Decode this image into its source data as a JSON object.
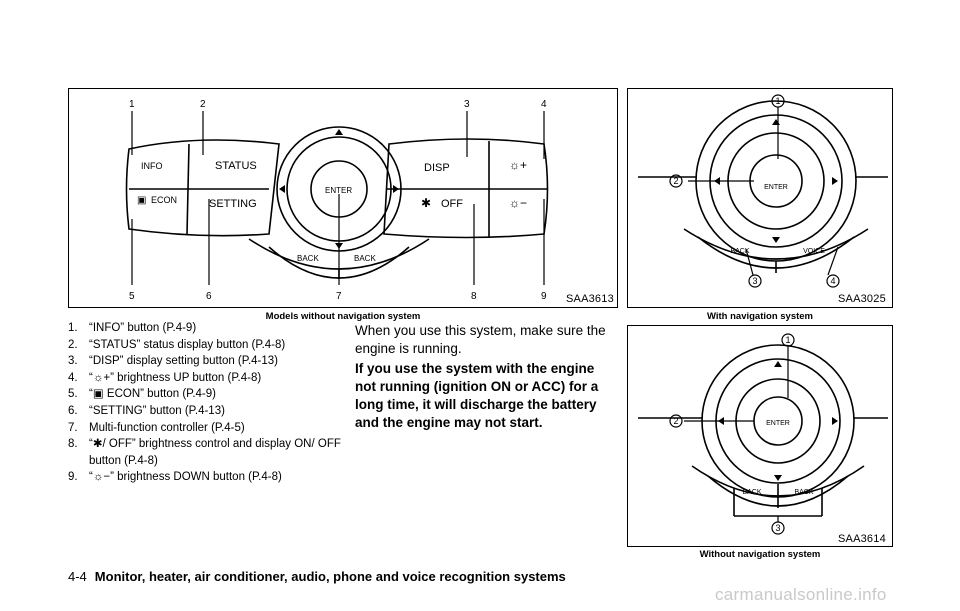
{
  "figure1": {
    "code": "SAA3613",
    "caption": "Models without navigation system",
    "callouts_top": [
      "1",
      "2",
      "3",
      "4"
    ],
    "callouts_bottom": [
      "5",
      "6",
      "7",
      "8",
      "9"
    ],
    "button_labels": {
      "info": "INFO",
      "status": "STATUS",
      "disp": "DISP",
      "econ": "ECON",
      "setting": "SETTING",
      "off": "OFF",
      "enter": "ENTER",
      "back": "BACK"
    }
  },
  "figure2": {
    "code": "SAA3025",
    "caption": "With navigation system",
    "callouts": [
      "1",
      "2",
      "3",
      "4"
    ],
    "labels": {
      "enter": "ENTER",
      "back": "BACK",
      "voice": "VOICE"
    }
  },
  "figure3": {
    "code": "SAA3614",
    "caption": "Without navigation system",
    "callouts": [
      "1",
      "2",
      "3"
    ],
    "labels": {
      "enter": "ENTER",
      "back": "BACK"
    }
  },
  "list": [
    {
      "num": "1.",
      "text": "“INFO” button (P.4-9)"
    },
    {
      "num": "2.",
      "text": "“STATUS” status display button (P.4-8)"
    },
    {
      "num": "3.",
      "text": "“DISP” display setting button (P.4-13)"
    },
    {
      "num": "4.",
      "pre": "“",
      "icon": "brightness-up-icon",
      "text": "” brightness UP button (P.4-8)"
    },
    {
      "num": "5.",
      "pre": "“",
      "icon": "econ-icon",
      "text": "ECON” button (P.4-9)"
    },
    {
      "num": "6.",
      "text": "“SETTING” button (P.4-13)"
    },
    {
      "num": "7.",
      "text": "Multi-function controller (P.4-5)"
    },
    {
      "num": "8.",
      "pre": "“",
      "icon": "brightness-control-icon",
      "text": "OFF” brightness control and display ON/ OFF button (P.4-8)"
    },
    {
      "num": "9.",
      "pre": "“",
      "icon": "brightness-down-icon",
      "text": "” brightness DOWN button (P.4-8)"
    }
  ],
  "body_text": "When you use this system, make sure the engine is running.",
  "warning_text": "If you use the system with the engine not running (ignition ON or ACC) for a long time, it will discharge the battery and the engine may not start.",
  "footer": {
    "page": "4-4",
    "section": "Monitor, heater, air conditioner, audio, phone and voice recognition systems"
  },
  "watermark": "carmanualsonline.info"
}
